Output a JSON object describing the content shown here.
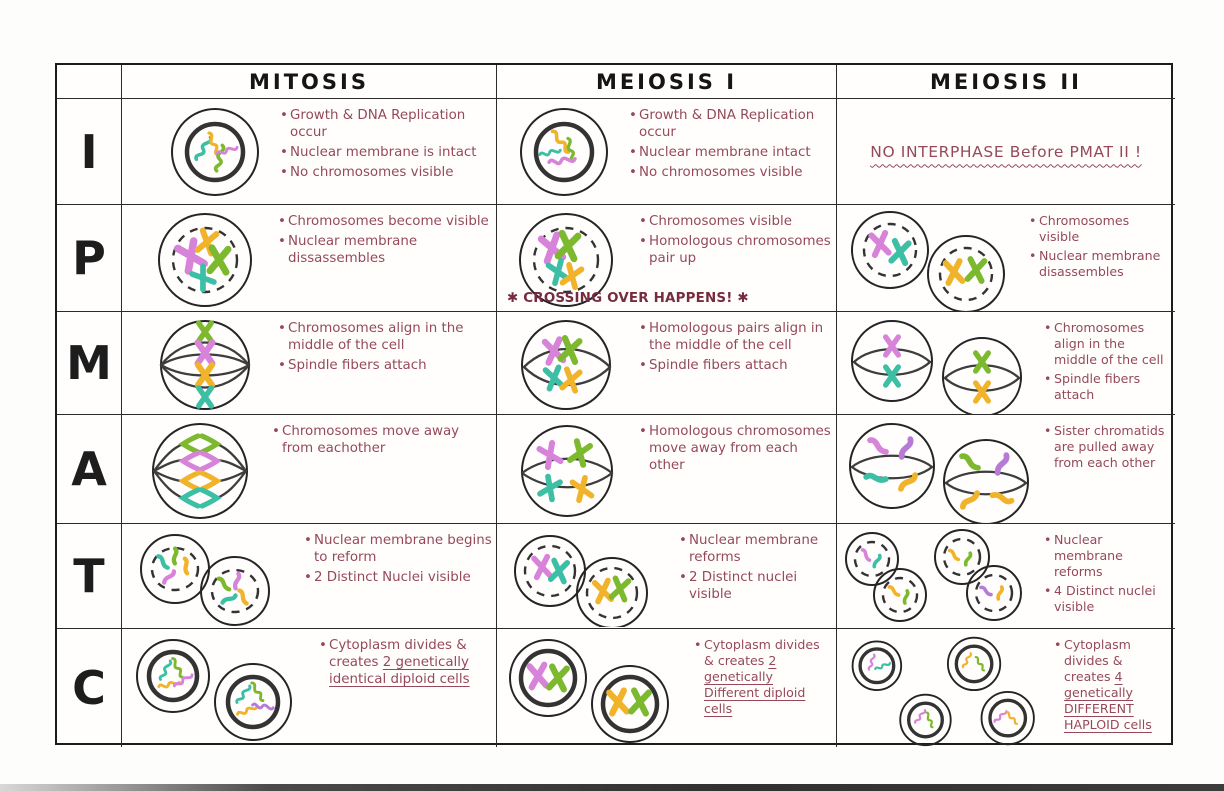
{
  "theme": {
    "ink": "#95495a",
    "ink_dark": "#762c40",
    "line": "#242424",
    "chr_pink": "#d783d9",
    "chr_purple": "#b77bd6",
    "chr_yellow": "#f0b32a",
    "chr_green": "#7cb92e",
    "chr_teal": "#3cbfa4"
  },
  "header": {
    "columns": [
      "MITOSIS",
      "MEIOSIS I",
      "MEIOSIS II"
    ]
  },
  "rows": [
    {
      "letter": "I",
      "cells": [
        {
          "notes": [
            "Growth & DNA Replication occur",
            "Nuclear membrane is intact",
            "No chromosomes visible"
          ]
        },
        {
          "notes": [
            "Growth & DNA Replication occur",
            "Nuclear membrane intact",
            "No chromosomes visible"
          ]
        },
        {
          "banner": "NO INTERPHASE Before PMAT II !"
        }
      ]
    },
    {
      "letter": "P",
      "cells": [
        {
          "notes": [
            "Chromosomes become visible",
            "Nuclear membrane dissassembles"
          ]
        },
        {
          "notes": [
            "Chromosomes visible",
            "Homologous chromosomes pair up"
          ],
          "highlight": "✱ CROSSING OVER HAPPENS! ✱"
        },
        {
          "notes": [
            "Chromosomes visible",
            "Nuclear membrane disassembles"
          ]
        }
      ]
    },
    {
      "letter": "M",
      "cells": [
        {
          "notes": [
            "Chromosomes align in the middle of the cell",
            "Spindle fibers attach"
          ]
        },
        {
          "notes": [
            "Homologous pairs align in the middle of the cell",
            "Spindle fibers attach"
          ]
        },
        {
          "notes": [
            "Chromosomes align in the middle of the cell",
            "Spindle fibers attach"
          ]
        }
      ]
    },
    {
      "letter": "A",
      "cells": [
        {
          "notes": [
            "Chromosomes move away from eachother"
          ]
        },
        {
          "notes": [
            "Homologous chromosomes move away from each other"
          ]
        },
        {
          "notes": [
            "Sister chromatids are pulled away from each other"
          ]
        }
      ]
    },
    {
      "letter": "T",
      "cells": [
        {
          "notes": [
            "Nuclear membrane begins to reform",
            "2 Distinct Nuclei visible"
          ]
        },
        {
          "notes": [
            "Nuclear membrane reforms",
            "2 Distinct nuclei visible"
          ]
        },
        {
          "notes": [
            "Nuclear membrane reforms",
            "4 Distinct nuclei visible"
          ]
        }
      ]
    },
    {
      "letter": "C",
      "cells": [
        {
          "note_prefix": "Cytoplasm divides & creates ",
          "note_underlined": "2 genetically identical diploid cells"
        },
        {
          "note_prefix": "Cytoplasm divides & creates ",
          "note_underlined": "2 genetically Different diploid cells"
        },
        {
          "note_prefix": "Cytoplasm divides & creates ",
          "note_underlined": "4 genetically DIFFERENT HAPLOID cells"
        }
      ]
    }
  ]
}
